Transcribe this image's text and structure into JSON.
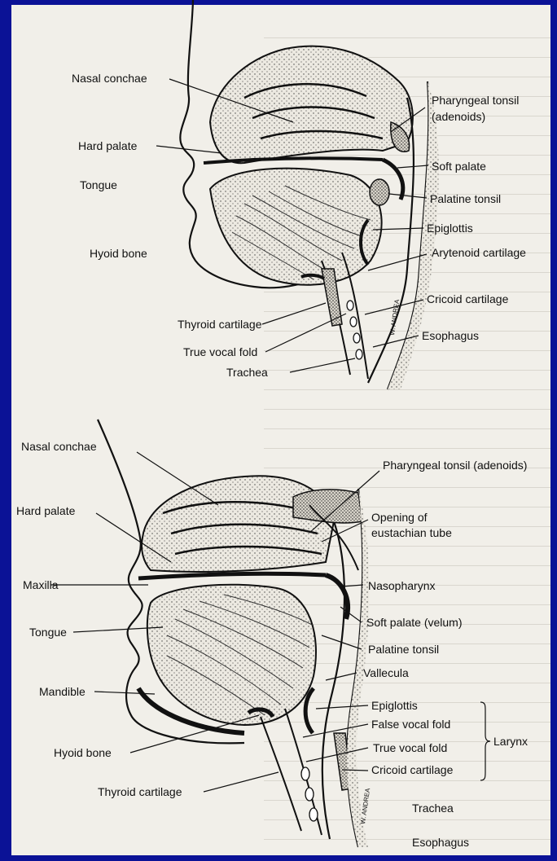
{
  "upper_labels": {
    "nasal_conchae": "Nasal conchae",
    "hard_palate": "Hard palate",
    "tongue": "Tongue",
    "hyoid_bone": "Hyoid bone",
    "pharyngeal_tonsil": "Pharyngeal tonsil",
    "adenoids": "(adenoids)",
    "soft_palate": "Soft palate",
    "palatine_tonsil": "Palatine tonsil",
    "epiglottis": "Epiglottis",
    "arytenoid_cartilage": "Arytenoid cartilage",
    "cricoid_cartilage": "Cricoid cartilage",
    "thyroid_cartilage": "Thyroid cartilage",
    "true_vocal_fold": "True vocal fold",
    "esophagus": "Esophagus",
    "trachea": "Trachea",
    "signature": "W. ANDREA"
  },
  "lower_labels": {
    "nasal_conchae": "Nasal conchae",
    "pharyngeal_tonsil_adenoids": "Pharyngeal tonsil (adenoids)",
    "hard_palate": "Hard palate",
    "opening_line1": "Opening of",
    "opening_line2": "eustachian tube",
    "maxilla": "Maxilla",
    "nasopharynx": "Nasopharynx",
    "tongue": "Tongue",
    "soft_palate_velum": "Soft palate (velum)",
    "palatine_tonsil": "Palatine tonsil",
    "mandible": "Mandible",
    "vallecula": "Vallecula",
    "epiglottis": "Epiglottis",
    "false_vocal_fold": "False vocal fold",
    "hyoid_bone": "Hyoid bone",
    "true_vocal_fold": "True vocal fold",
    "larynx": "Larynx",
    "cricoid_cartilage": "Cricoid cartilage",
    "thyroid_cartilage": "Thyroid cartilage",
    "trachea": "Trachea",
    "esophagus": "Esophagus",
    "signature": "W. ANDREA"
  },
  "colors": {
    "frame": "#0b1296",
    "paper": "#f1efe9",
    "ink": "#111111"
  }
}
